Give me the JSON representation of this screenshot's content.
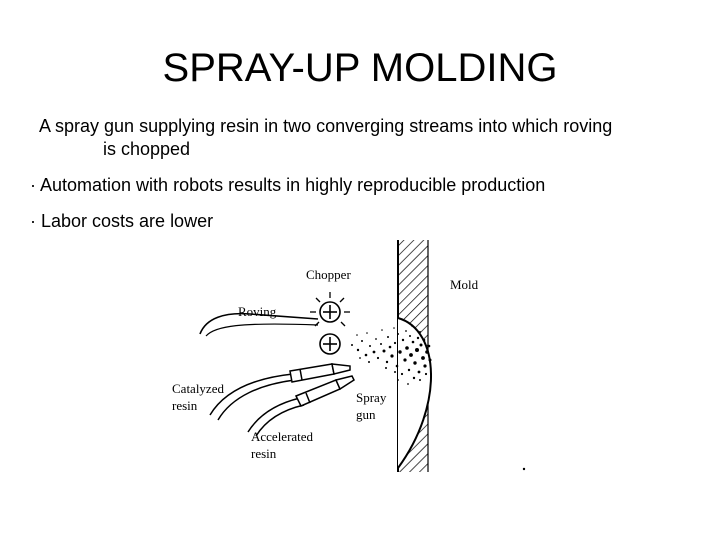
{
  "slide": {
    "title": "SPRAY-UP MOLDING",
    "intro_line1": "A spray gun supplying resin in two converging streams into which roving",
    "intro_line2": "is chopped",
    "bullets": [
      "· Automation with robots results in highly reproducible production",
      "· Labor costs are lower"
    ]
  },
  "diagram": {
    "labels": {
      "chopper": "Chopper",
      "mold": "Mold",
      "roving": "Roving",
      "catalyzed": "Catalyzed",
      "resin1": "resin",
      "spray": "Spray",
      "gun": "gun",
      "accelerated": "Accelerated",
      "resin2": "resin"
    }
  }
}
